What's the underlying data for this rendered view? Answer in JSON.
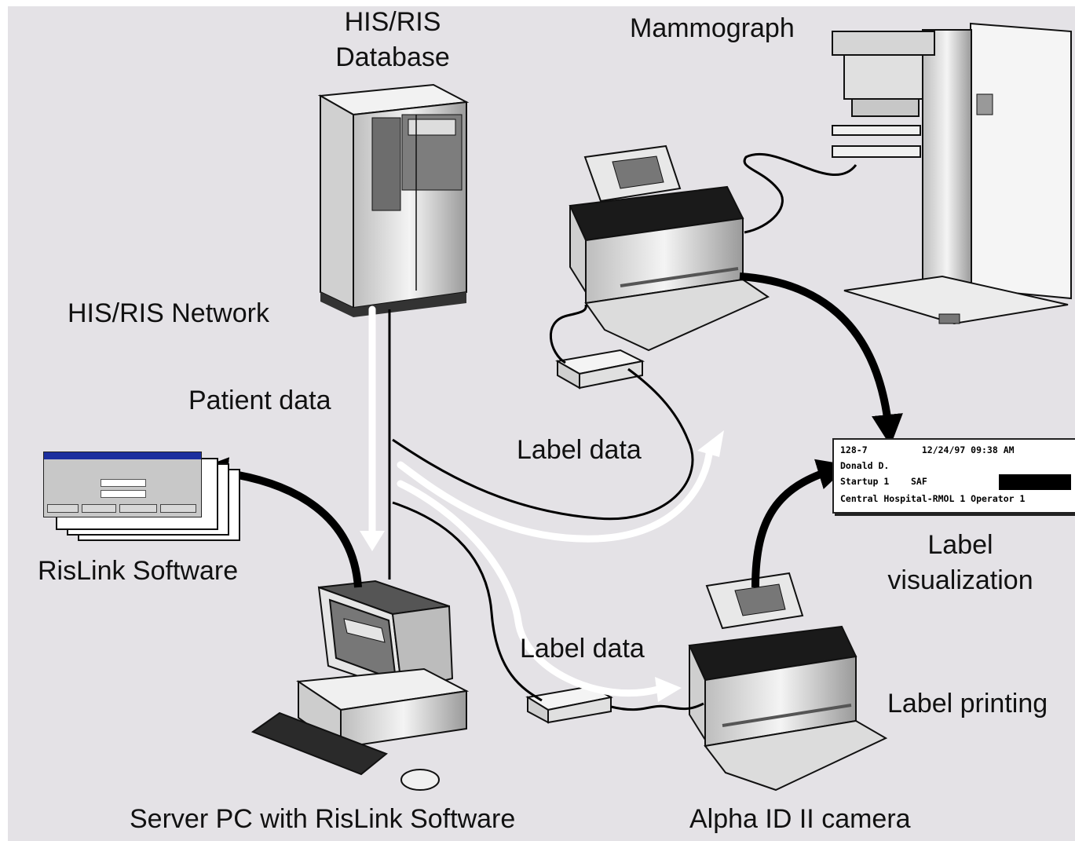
{
  "nodes": {
    "his_ris_database": "HIS/RIS\nDatabase",
    "mammograph": "Mammograph",
    "his_ris_network": "HIS/RIS Network",
    "patient_data": "Patient data",
    "label_data_upper": "Label data",
    "label_data_lower": "Label data",
    "rislink_software": "RisLink Software",
    "label_visualization": "Label\nvisualization",
    "label_printing": "Label printing",
    "server_pc": "Server PC with RisLink Software",
    "alpha_camera": "Alpha ID II camera"
  },
  "label_sample": {
    "line1": "128-7          12/24/97 09:38 AM",
    "line2": "Donald D.",
    "line3": "Startup 1    SAF",
    "line4": "Central Hospital-RMOL 1 Operator 1"
  },
  "colors": {
    "background": "#e4e2e6",
    "line": "#000000",
    "flow_arrow": "#ffffff"
  }
}
